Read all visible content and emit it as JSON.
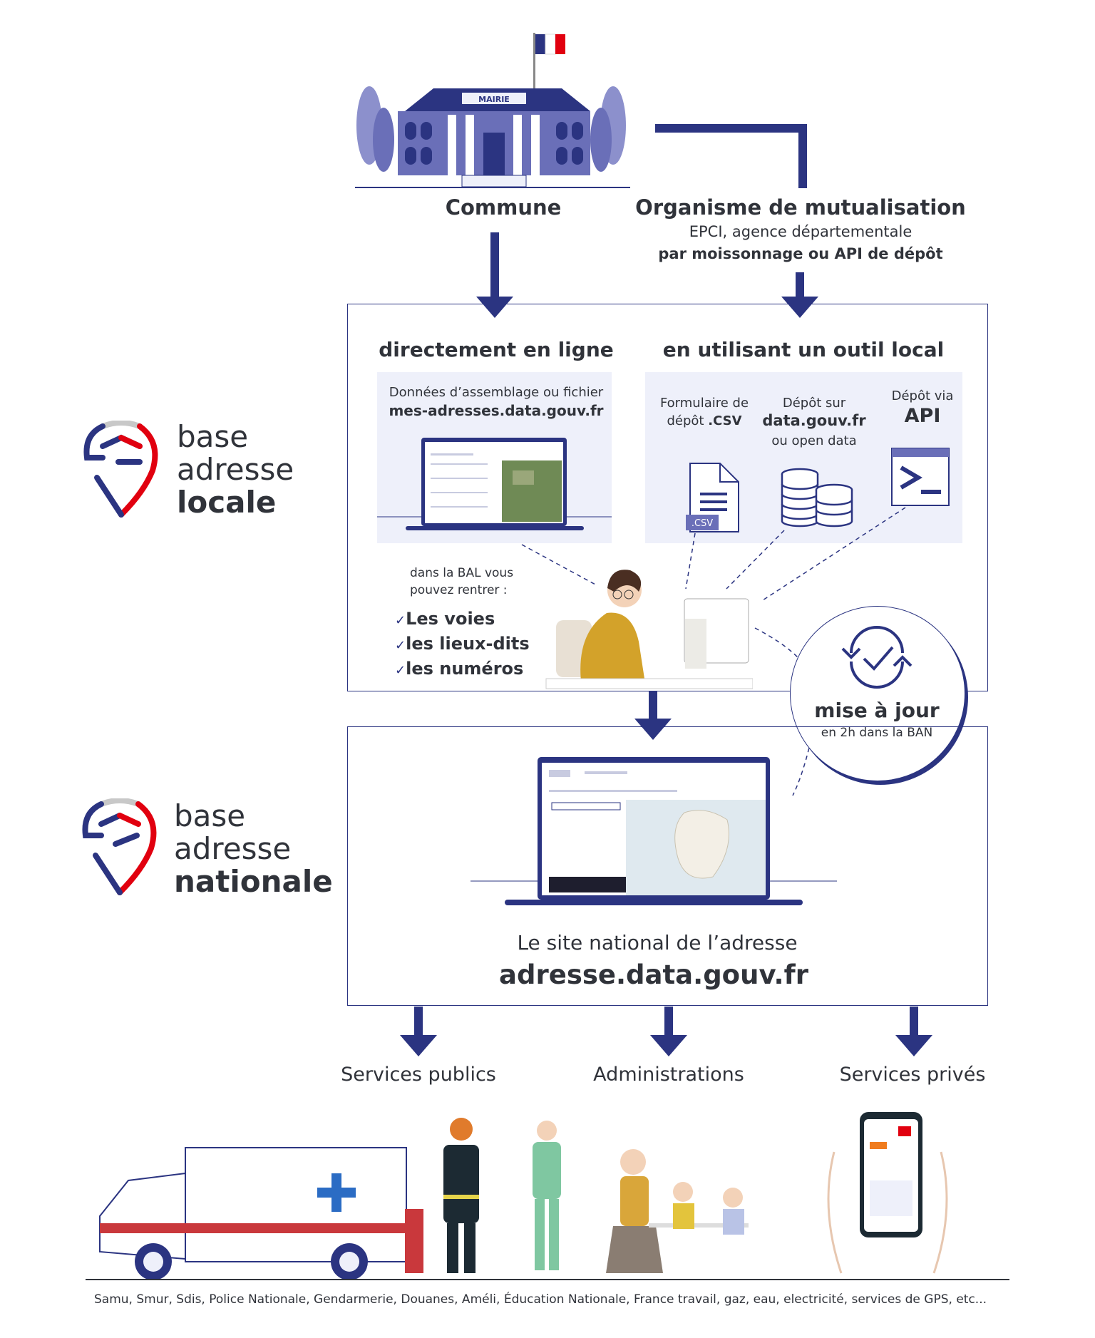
{
  "top": {
    "mairie_sign": "MAIRIE",
    "commune": "Commune",
    "organisme_title": "Organisme de mutualisation",
    "organisme_sub": "EPCI, agence départementale",
    "organisme_method": "par moissonnage ou API de dépôt"
  },
  "bal_logo": {
    "line1": "base",
    "line2": "adresse",
    "line3": "locale"
  },
  "ban_logo": {
    "line1": "base",
    "line2": "adresse",
    "line3": "nationale"
  },
  "bal_box": {
    "online_title": "directement en ligne",
    "online_desc": "Données d’assemblage ou fichier",
    "online_url": "mes-adresses.data.gouv.fr",
    "local_title": "en utilisant un outil local",
    "csv_label_1": "Formulaire de",
    "csv_label_2": "dépôt",
    "csv_label_3": ".CSV",
    "csv_badge": ".CSV",
    "datagouv_1": "Dépôt sur",
    "datagouv_2": "data.gouv.fr",
    "datagouv_3": "ou open data",
    "api_1": "Dépôt via",
    "api_2": "API",
    "bal_intro_1": "dans la BAL vous",
    "bal_intro_2": "pouvez rentrer :",
    "checklist": [
      "Les voies",
      "les lieux-dits",
      "les numéros"
    ]
  },
  "update_badge": {
    "title": "mise à jour",
    "subtitle": "en 2h dans la BAN"
  },
  "ban_box": {
    "site_label": "Le site national de l’adresse",
    "site_url": "adresse.data.gouv.fr"
  },
  "consumers": [
    "Services publics",
    "Administrations",
    "Services privés"
  ],
  "footer": "Samu, Smur, Sdis, Police Nationale, Gendarmerie, Douanes, Améli, Éducation Nationale, France travail, gaz, eau, electricité, services de GPS, etc...",
  "colors": {
    "navy": "#2b3481",
    "red": "#e1000f",
    "text": "#30333a",
    "panel": "#eef0fa"
  }
}
